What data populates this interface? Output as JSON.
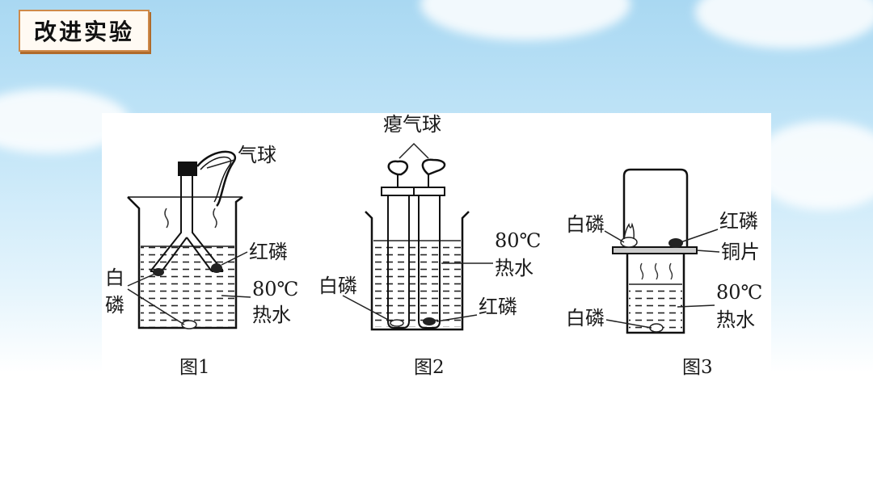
{
  "slide": {
    "title": "改进实验"
  },
  "figures": [
    {
      "caption": "图1",
      "labels": {
        "balloon": "气球",
        "red_phosphorus": "红磷",
        "white_phosphorus_1": "白",
        "white_phosphorus_2": "磷",
        "temperature": "80℃",
        "hot_water": "热水"
      }
    },
    {
      "caption": "图2",
      "labels": {
        "balloon": "瘪气球",
        "temperature": "80℃",
        "hot_water": "热水",
        "white_phosphorus": "白磷",
        "red_phosphorus": "红磷"
      }
    },
    {
      "caption": "图3",
      "labels": {
        "white_phosphorus_top": "白磷",
        "red_phosphorus": "红磷",
        "copper_sheet": "铜片",
        "temperature": "80℃",
        "hot_water": "热水",
        "white_phosphorus_bottom": "白磷"
      }
    }
  ]
}
